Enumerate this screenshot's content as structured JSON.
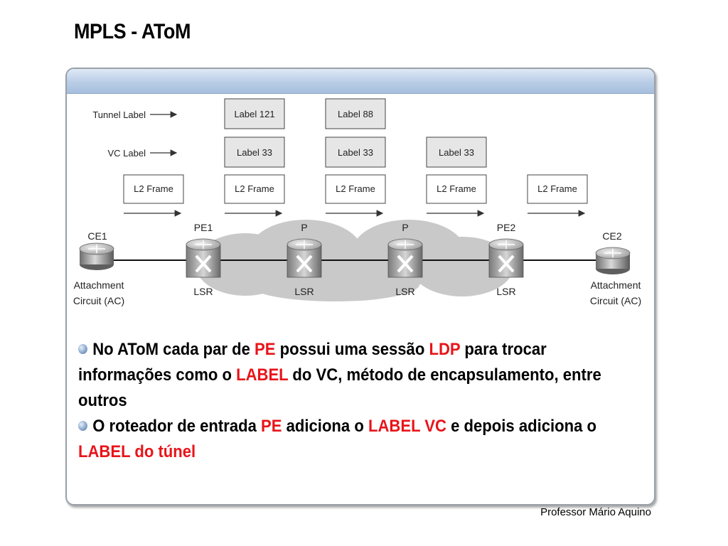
{
  "title": "MPLS - AToM",
  "diagram": {
    "row_labels": {
      "tunnel": "Tunnel Label",
      "vc": "VC Label"
    },
    "tunnel_labels": [
      "Label 121",
      "Label 88"
    ],
    "vc_labels": [
      "Label 33",
      "Label 33",
      "Label 33"
    ],
    "frames": [
      "L2 Frame",
      "L2 Frame",
      "L2 Frame",
      "L2 Frame",
      "L2 Frame"
    ],
    "devices": [
      {
        "name": "CE1",
        "role": "",
        "caption_line1": "Attachment",
        "caption_line2": "Circuit (AC)",
        "type": "router"
      },
      {
        "name": "PE1",
        "role": "LSR",
        "type": "switch-router"
      },
      {
        "name": "P",
        "role": "LSR",
        "type": "switch-router"
      },
      {
        "name": "P",
        "role": "LSR",
        "type": "switch-router"
      },
      {
        "name": "PE2",
        "role": "LSR",
        "type": "switch-router"
      },
      {
        "name": "CE2",
        "role": "",
        "caption_line1": "Attachment",
        "caption_line2": "Circuit (AC)",
        "type": "router"
      }
    ]
  },
  "bullets": [
    {
      "segments": [
        {
          "text": "No AToM cada par de ",
          "emphasis": false
        },
        {
          "text": "PE",
          "emphasis": true
        },
        {
          "text": " possui uma sessão ",
          "emphasis": false
        },
        {
          "text": "LDP",
          "emphasis": true
        },
        {
          "text": " para trocar informações como o ",
          "emphasis": false
        },
        {
          "text": "LABEL",
          "emphasis": true
        },
        {
          "text": " do VC, método de encapsulamento, entre outros",
          "emphasis": false
        }
      ]
    },
    {
      "segments": [
        {
          "text": "O roteador de entrada ",
          "emphasis": false
        },
        {
          "text": "PE",
          "emphasis": true
        },
        {
          "text": " adiciona o ",
          "emphasis": false
        },
        {
          "text": "LABEL VC",
          "emphasis": true
        },
        {
          "text": " e depois adiciona o ",
          "emphasis": false
        },
        {
          "text": "LABEL do túnel",
          "emphasis": true
        }
      ]
    }
  ],
  "footer": "Professor  Mário Aquino",
  "colors": {
    "emphasis": "#e8141a",
    "label_box_fill": "#e6e6e6",
    "cloud": "#c9c9c9"
  }
}
